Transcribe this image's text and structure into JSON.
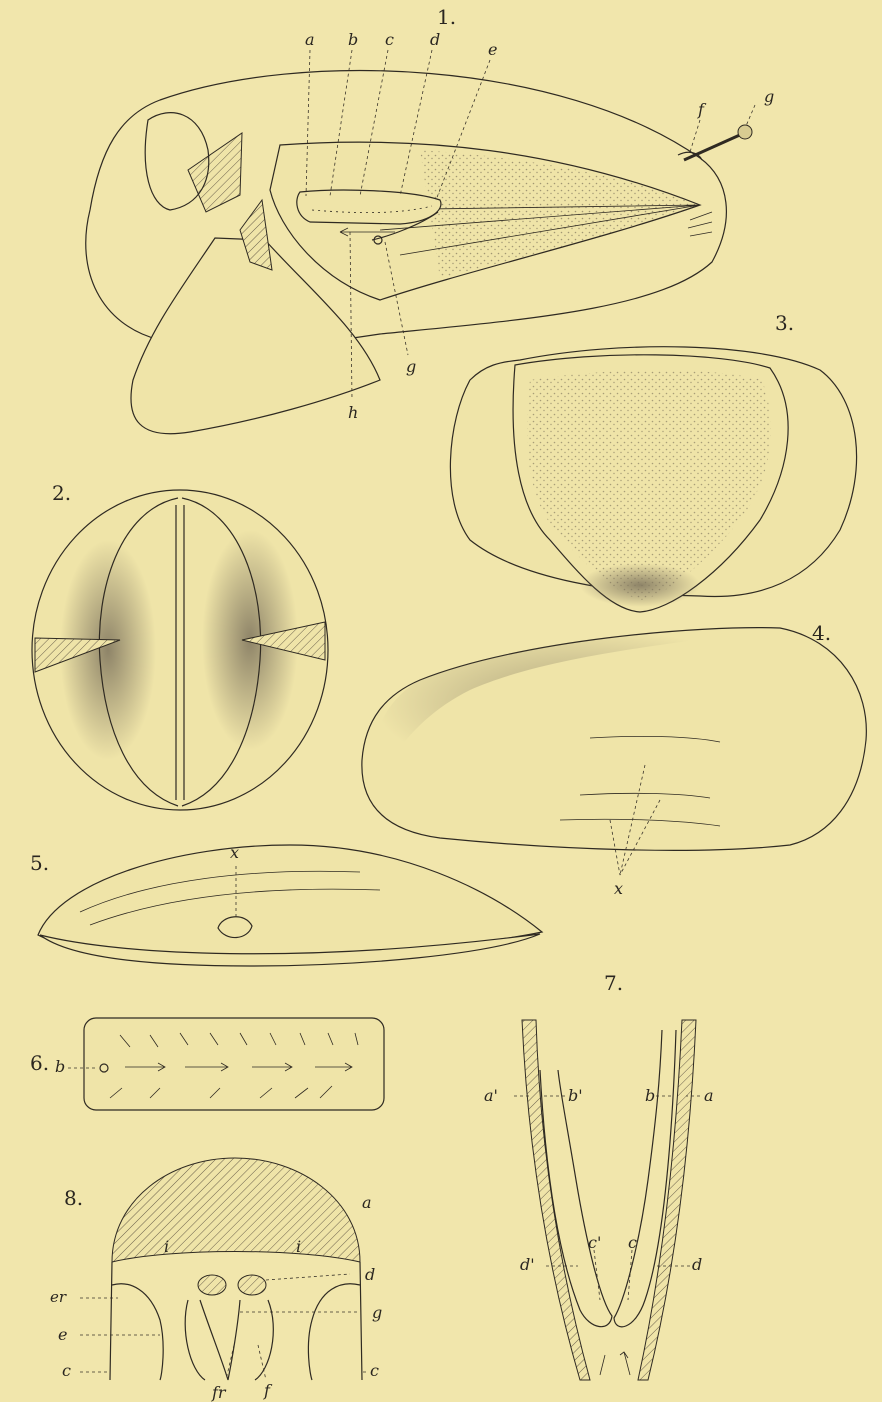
{
  "plate": {
    "background": "#f1e6ac",
    "ink": "#2f2a22"
  },
  "figures": {
    "fig1": {
      "number": "1.",
      "labels": {
        "a": "a",
        "b": "b",
        "c": "c",
        "d": "d",
        "e": "e",
        "f": "f",
        "g_top": "g",
        "g_low": "g",
        "h": "h"
      }
    },
    "fig2": {
      "number": "2."
    },
    "fig3": {
      "number": "3."
    },
    "fig4": {
      "number": "4.",
      "labels": {
        "x": "x"
      }
    },
    "fig5": {
      "number": "5.",
      "labels": {
        "x": "x"
      }
    },
    "fig6": {
      "number": "6.",
      "labels": {
        "b": "b"
      }
    },
    "fig7": {
      "number": "7.",
      "labels": {
        "a_prime": "a'",
        "b_prime": "b'",
        "b": "b",
        "a": "a",
        "d_prime": "d'",
        "c_prime": "c'",
        "c": "c",
        "d": "d"
      }
    },
    "fig8": {
      "number": "8.",
      "labels": {
        "a": "a",
        "i_left": "i",
        "i_right": "i",
        "d": "d",
        "er": "er",
        "g": "g",
        "e": "e",
        "c_left": "c",
        "c_right": "c",
        "fr": "fr",
        "f": "f"
      }
    }
  }
}
